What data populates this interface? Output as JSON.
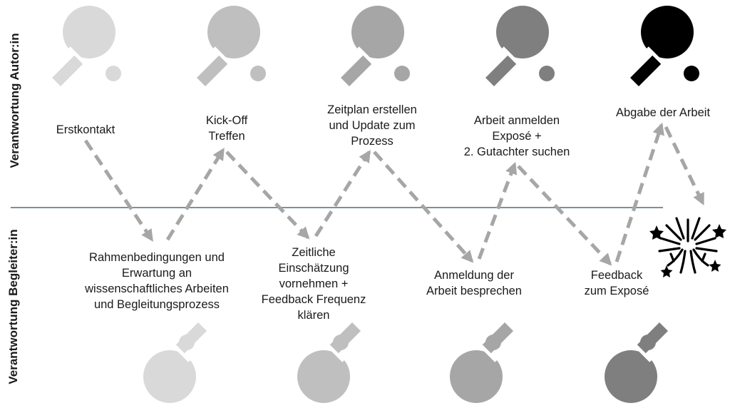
{
  "roles": {
    "top": "Verantwortung Autor:in",
    "bottom": "Verantwortung Begleiter:in"
  },
  "steps_top": [
    "Erstkontakt",
    "Kick-Off\nTreffen",
    "Zeitplan erstellen\nund Update zum\nProzess",
    "Arbeit anmelden\nExposé +\n2. Gutachter suchen",
    "Abgabe der Arbeit"
  ],
  "steps_bottom": [
    "Rahmenbedingungen und\nErwartung an\nwissenschaftliches Arbeiten\nund Begleitungsprozess",
    "Zeitliche\nEinschätzung\nvornehmen +\nFeedback Frequenz\nklären",
    "Anmeldung der\nArbeit besprechen",
    "Feedback\nzum Exposé"
  ],
  "colors": {
    "divider": "#4a6f80",
    "arrow": "#a6a6a6",
    "paddles_top": [
      "#d9d9d9",
      "#bfbfbf",
      "#a6a6a6",
      "#7f7f7f",
      "#000000"
    ],
    "paddles_bottom": [
      "#d9d9d9",
      "#bfbfbf",
      "#a6a6a6",
      "#7f7f7f"
    ],
    "fireworks": "#000000"
  },
  "icons": {
    "paddle": "ping-pong-paddle-icon",
    "celebration": "fireworks-icon"
  }
}
